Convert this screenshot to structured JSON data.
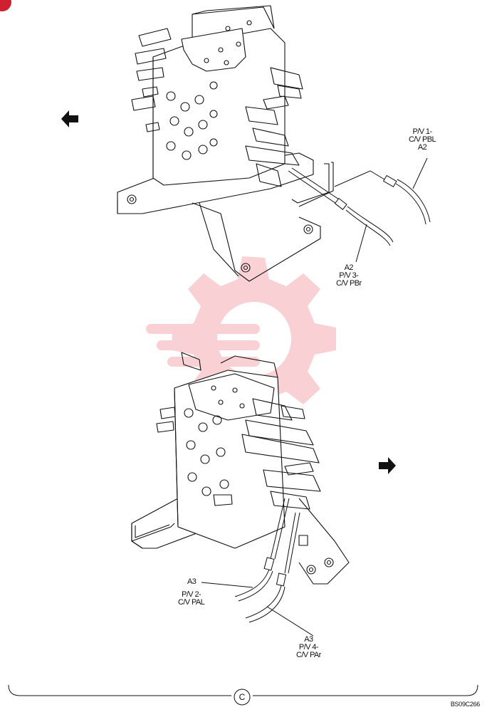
{
  "labels": {
    "top_right": {
      "line1": "P/V 1-",
      "line2": "C/V PBL",
      "port": "A2"
    },
    "top_center": {
      "port": "A2",
      "line1": "P/V 3-",
      "line2": "C/V PBr"
    },
    "bottom_left": {
      "port": "A3",
      "line1": "P/V 2-",
      "line2": "C/V PAL"
    },
    "bottom_right": {
      "port": "A3",
      "line1": "P/V 4-",
      "line2": "C/V PAr"
    }
  },
  "footer": {
    "section_letter": "C",
    "drawing_code": "BS09C266"
  },
  "colors": {
    "line": "#111111",
    "watermark": "#e8343f",
    "badge": "#d0202f"
  },
  "icons": {
    "arrow_left": "arrow-left-icon",
    "arrow_right": "arrow-right-icon"
  }
}
